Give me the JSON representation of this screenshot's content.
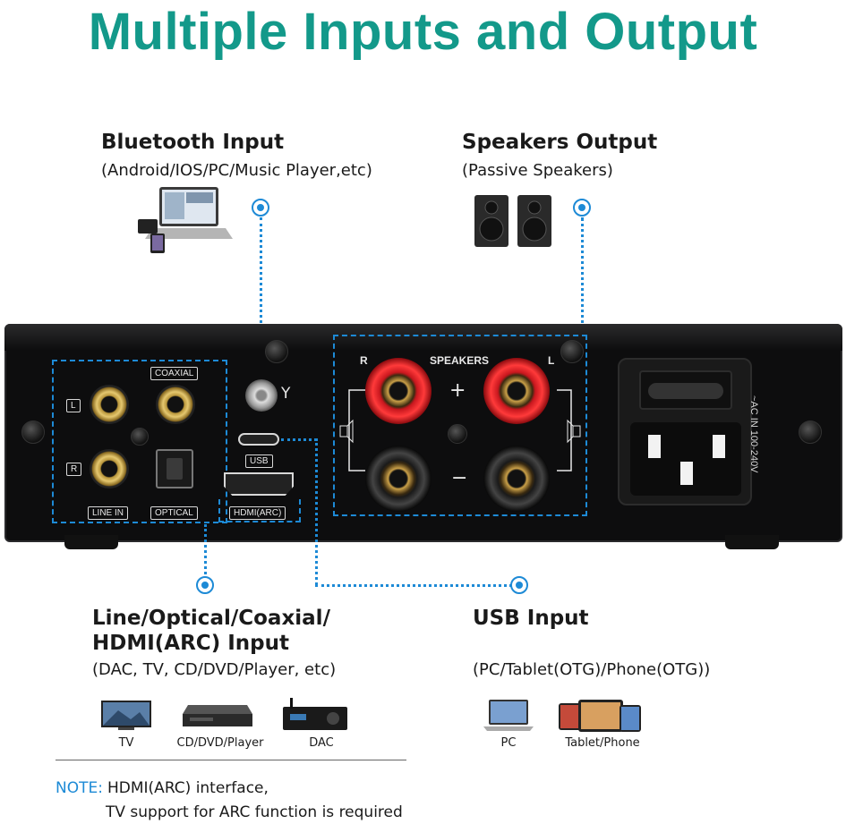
{
  "title": "Multiple Inputs and Output",
  "bluetooth": {
    "heading": "Bluetooth Input",
    "sub": "(Android/IOS/PC/Music Player,etc)"
  },
  "speakers": {
    "heading": "Speakers Output",
    "sub": "(Passive Speakers)"
  },
  "line_input": {
    "heading_line1": "Line/Optical/Coaxial/",
    "heading_line2": "HDMI(ARC) Input",
    "sub": "(DAC, TV, CD/DVD/Player, etc)",
    "devices": [
      "TV",
      "CD/DVD/Player",
      "DAC"
    ]
  },
  "usb_input": {
    "heading": "USB Input",
    "sub": "(PC/Tablet(OTG)/Phone(OTG))",
    "devices": [
      "PC",
      "Tablet/Phone"
    ]
  },
  "panel": {
    "coaxial": "COAXIAL",
    "line_in": "LINE IN",
    "optical": "OPTICAL",
    "usb": "USB",
    "hdmi": "HDMI(ARC)",
    "left": "L",
    "right": "R",
    "speakers": "SPEAKERS",
    "spk_r": "R",
    "spk_l": "L",
    "plus": "+",
    "minus": "−",
    "antenna": "Y",
    "ac": "~AC IN 100-240V"
  },
  "note": {
    "label": "NOTE:",
    "line1": "HDMI(ARC) interface,",
    "line2": "TV support for ARC function is required"
  },
  "colors": {
    "accent": "#13998a",
    "link": "#1d8ad6"
  }
}
